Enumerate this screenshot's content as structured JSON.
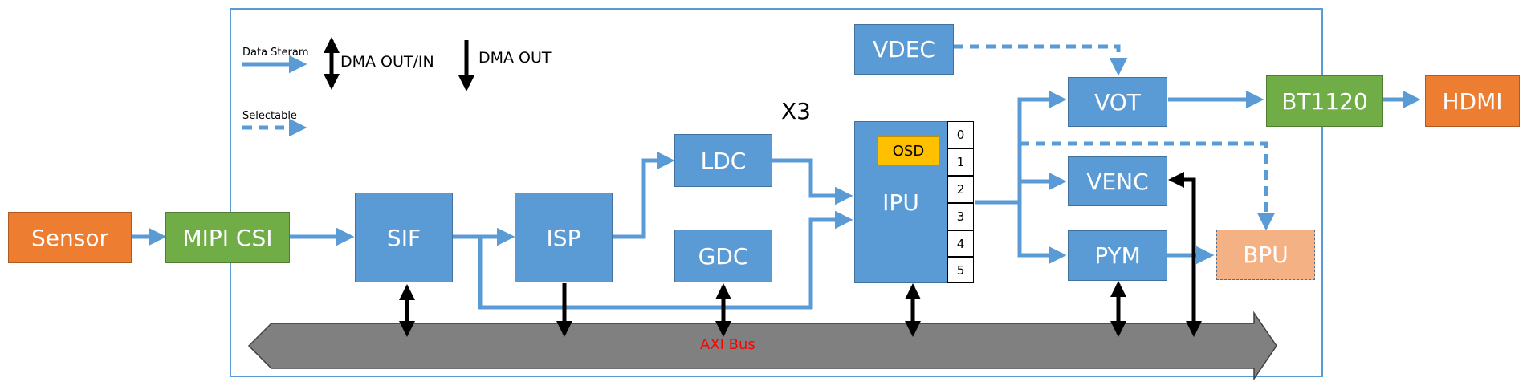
{
  "chip_label": "X3",
  "legend": {
    "data_stream": "Data Steram",
    "selectable": "Selectable",
    "dma_in_out": "DMA OUT/IN",
    "dma_out": "DMA OUT"
  },
  "blocks": {
    "sensor": "Sensor",
    "mipi_csi": "MIPI CSI",
    "sif": "SIF",
    "isp": "ISP",
    "ldc": "LDC",
    "gdc": "GDC",
    "ipu": "IPU",
    "osd": "OSD",
    "vdec": "VDEC",
    "vot": "VOT",
    "venc": "VENC",
    "pym": "PYM",
    "bpu": "BPU",
    "bt1120": "BT1120",
    "hdmi": "HDMI"
  },
  "ipu_channels": [
    "0",
    "1",
    "2",
    "3",
    "4",
    "5"
  ],
  "axi_bus": "AXI Bus",
  "colors": {
    "block_blue": "#5b9bd5",
    "block_orange": "#ed7d31",
    "block_green": "#70ad47",
    "bpu_fill": "#f4b183",
    "osd_fill": "#ffc000",
    "axi_bus_fill": "#808080",
    "axi_bus_label": "#ff0000",
    "arrow": "#5b9bd5",
    "dma_arrow": "#000000"
  }
}
